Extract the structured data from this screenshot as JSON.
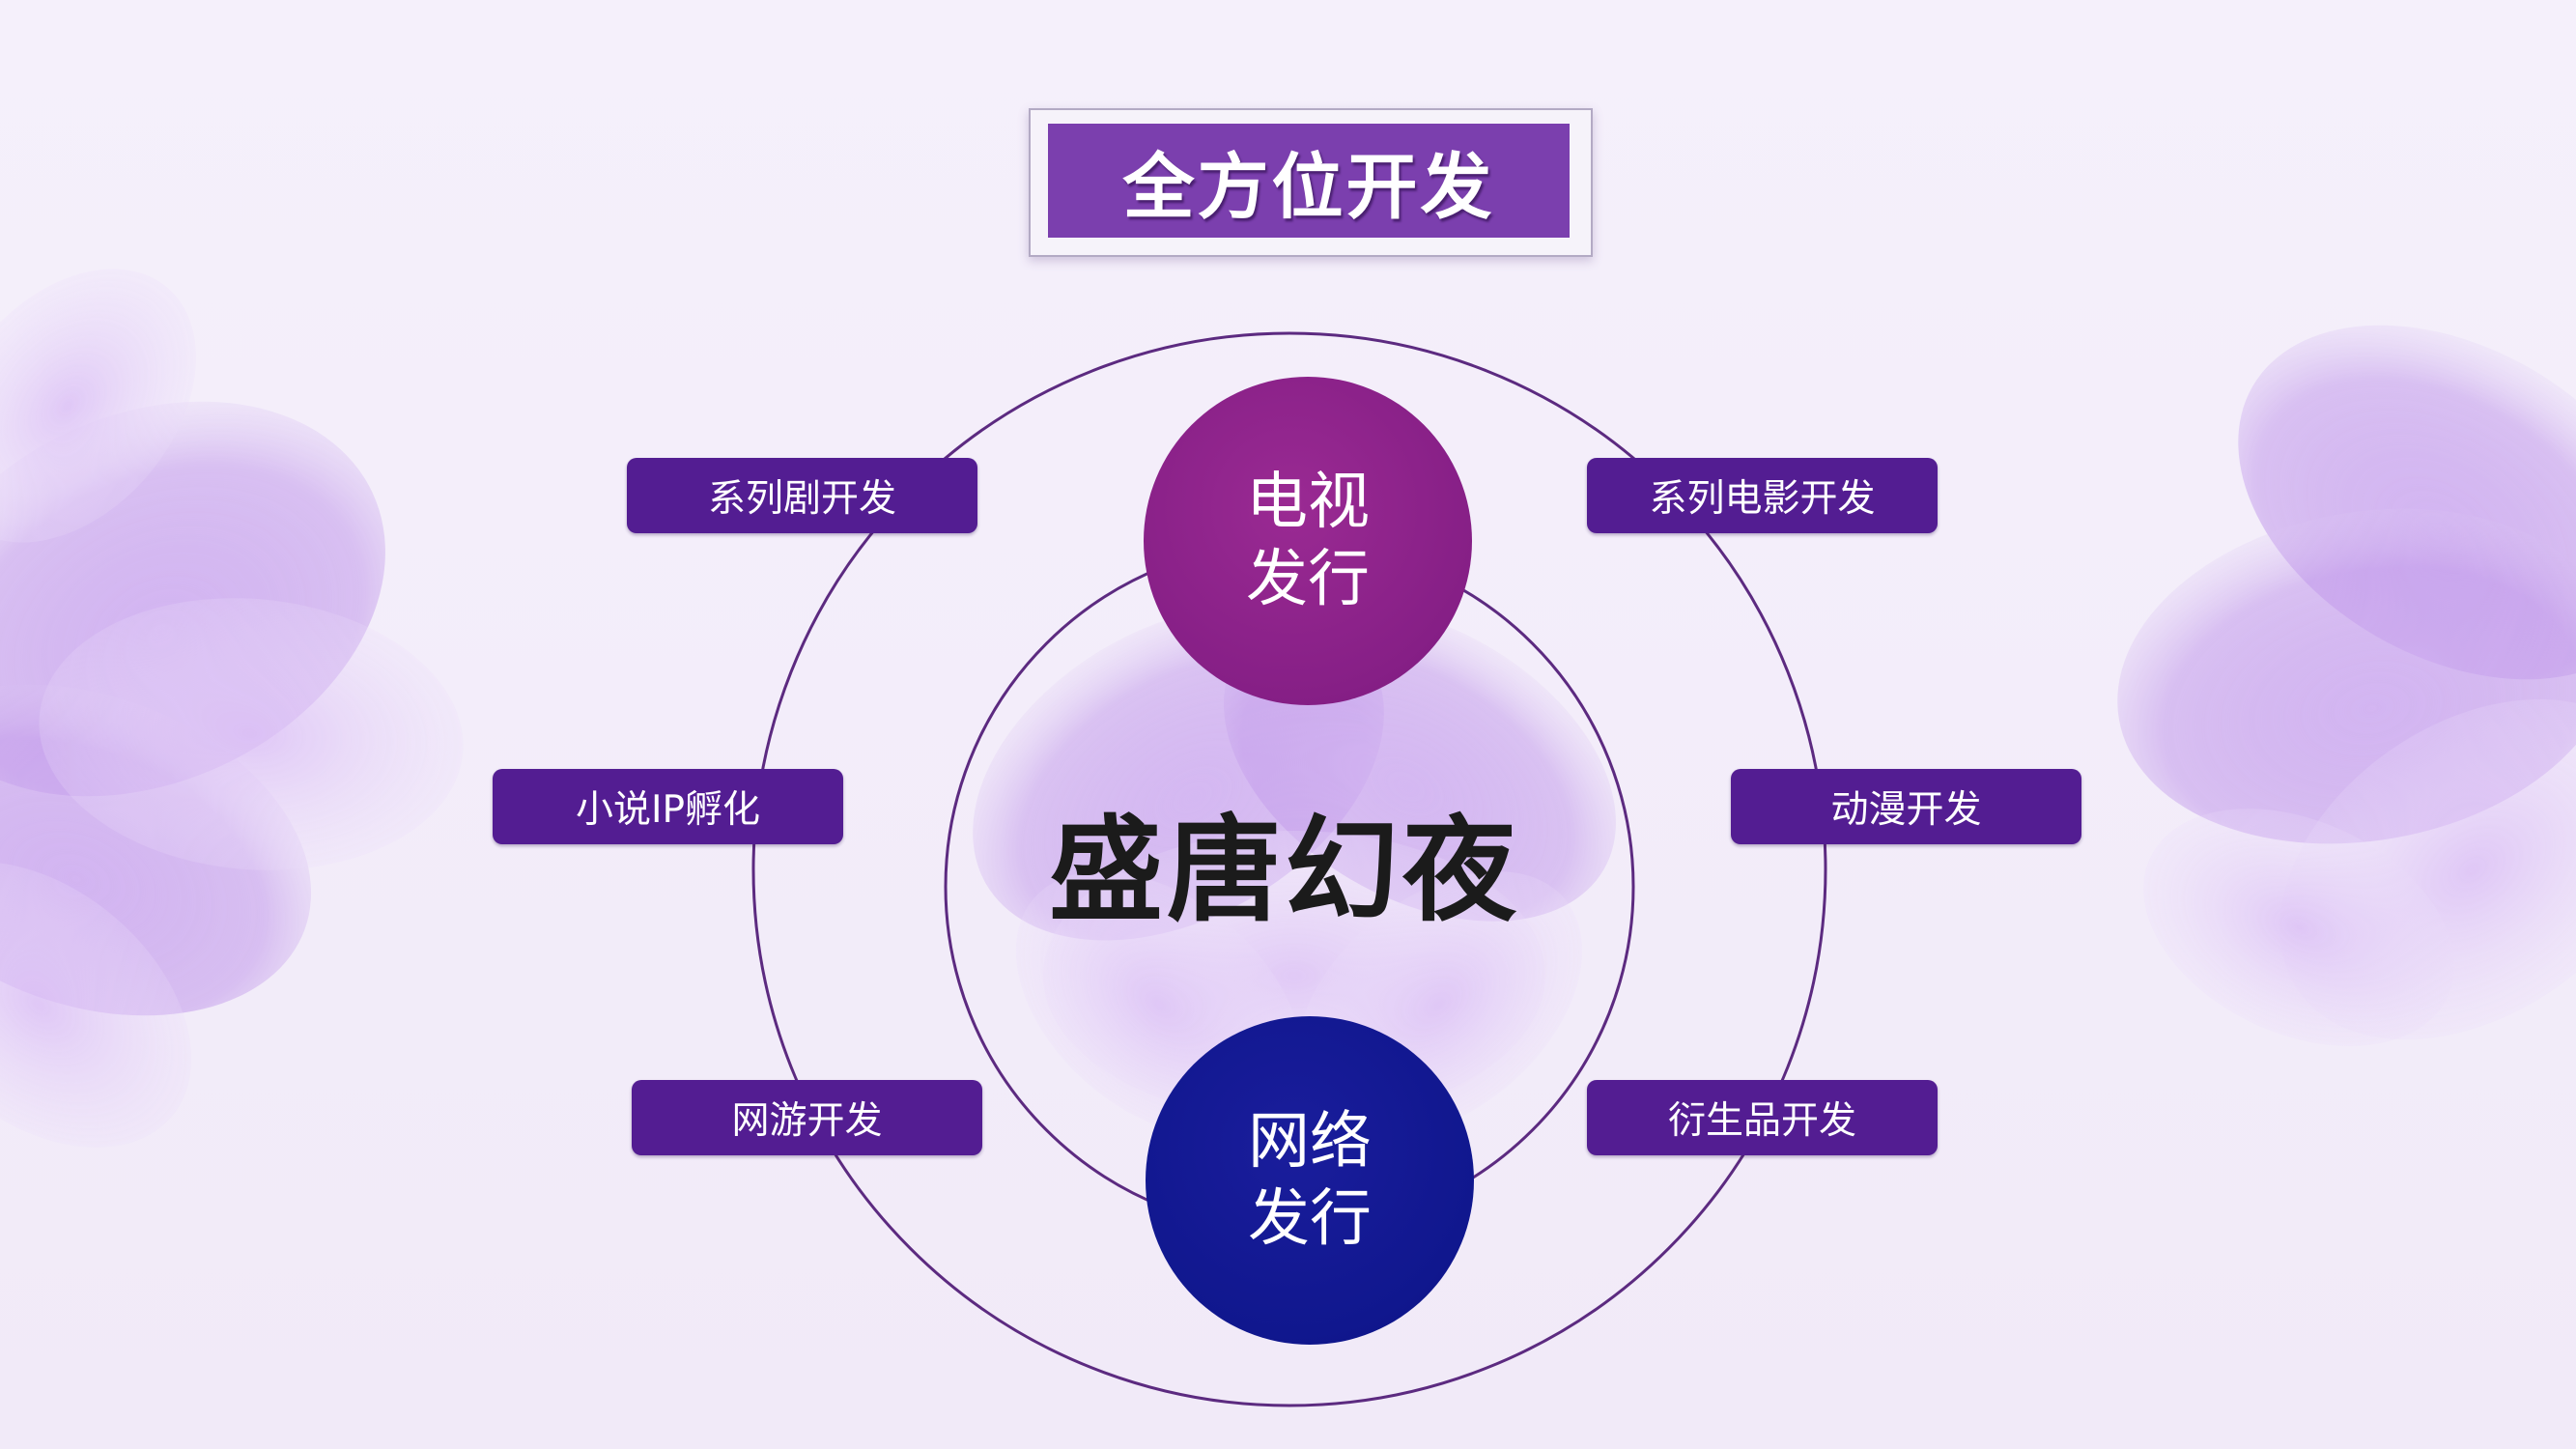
{
  "title": "全方位开发",
  "center": "盛唐幻夜",
  "circles": {
    "top": {
      "line1": "电视",
      "line2": "发行",
      "color": "#861f86"
    },
    "bottom": {
      "line1": "网络",
      "line2": "发行",
      "color": "#10178e"
    }
  },
  "items": {
    "series_drama": "系列剧开发",
    "novel_ip": "小说IP孵化",
    "online_game": "网游开发",
    "series_film": "系列电影开发",
    "animation": "动漫开发",
    "derivatives": "衍生品开发"
  },
  "colors": {
    "pill": "#531d92",
    "banner": "#7b3fae",
    "ring": "#5c2a80",
    "background": "#f3edf9"
  }
}
